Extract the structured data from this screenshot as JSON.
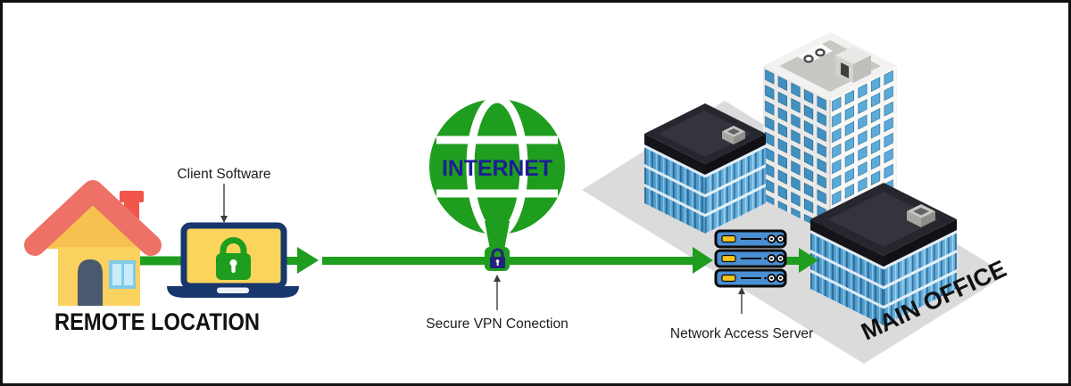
{
  "diagram": {
    "type": "vpn-network-diagram",
    "labels": {
      "remote_location": "REMOTE LOCATION",
      "client_software": "Client Software",
      "internet": "INTERNET",
      "secure_vpn": "Secure VPN Conection",
      "network_access_server": "Network Access Server",
      "main_office": "MAIN OFFICE"
    },
    "icons": [
      {
        "name": "house-icon"
      },
      {
        "name": "laptop-icon"
      },
      {
        "name": "padlock-icon-laptop"
      },
      {
        "name": "globe-icon"
      },
      {
        "name": "padlock-icon-line"
      },
      {
        "name": "server-stack-icon"
      },
      {
        "name": "office-buildings-icon"
      }
    ],
    "colors": {
      "connection_green": "#1F9D1F",
      "laptop_navy": "#17376D",
      "screen_yellow": "#FBD45C",
      "internet_text_navy": "#1D1D95",
      "line_lock_navy": "#22227C",
      "server_blue": "#4A8FD3",
      "server_accent_yellow": "#F5C51D",
      "ground_gray": "#DBDBDB",
      "roof_dark": "#1C1C22",
      "house_roof_coral": "#ED7166",
      "house_body_yellow": "#FBD15F",
      "label_black": "#1c1c1c"
    }
  }
}
